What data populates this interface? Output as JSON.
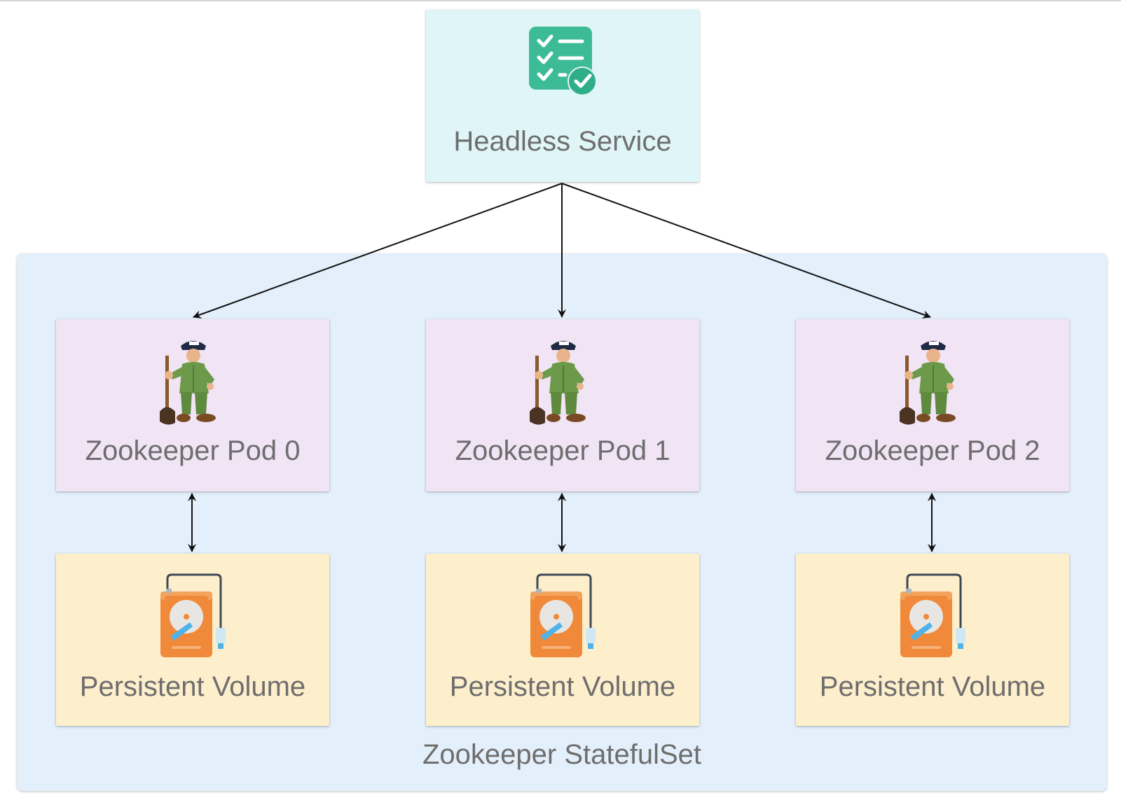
{
  "service": {
    "label": "Headless Service",
    "icon": "checklist-icon"
  },
  "pods": [
    {
      "label": "Zookeeper Pod 0",
      "icon": "zookeeper-icon"
    },
    {
      "label": "Zookeeper Pod 1",
      "icon": "zookeeper-icon"
    },
    {
      "label": "Zookeeper Pod 2",
      "icon": "zookeeper-icon"
    }
  ],
  "volumes": [
    {
      "label": "Persistent Volume",
      "icon": "hard-drive-icon"
    },
    {
      "label": "Persistent Volume",
      "icon": "hard-drive-icon"
    },
    {
      "label": "Persistent Volume",
      "icon": "hard-drive-icon"
    }
  ],
  "statefulset": {
    "label": "Zookeeper StatefulSet"
  },
  "colors": {
    "service_bg": "#e0f5f8",
    "pod_bg": "#f1e4f5",
    "volume_bg": "#fdefcc",
    "statefulset_bg": "#e3effb",
    "label_text": "#6e6e6e",
    "icon_green": "#3dbb97",
    "drive_orange": "#f08a3a"
  }
}
